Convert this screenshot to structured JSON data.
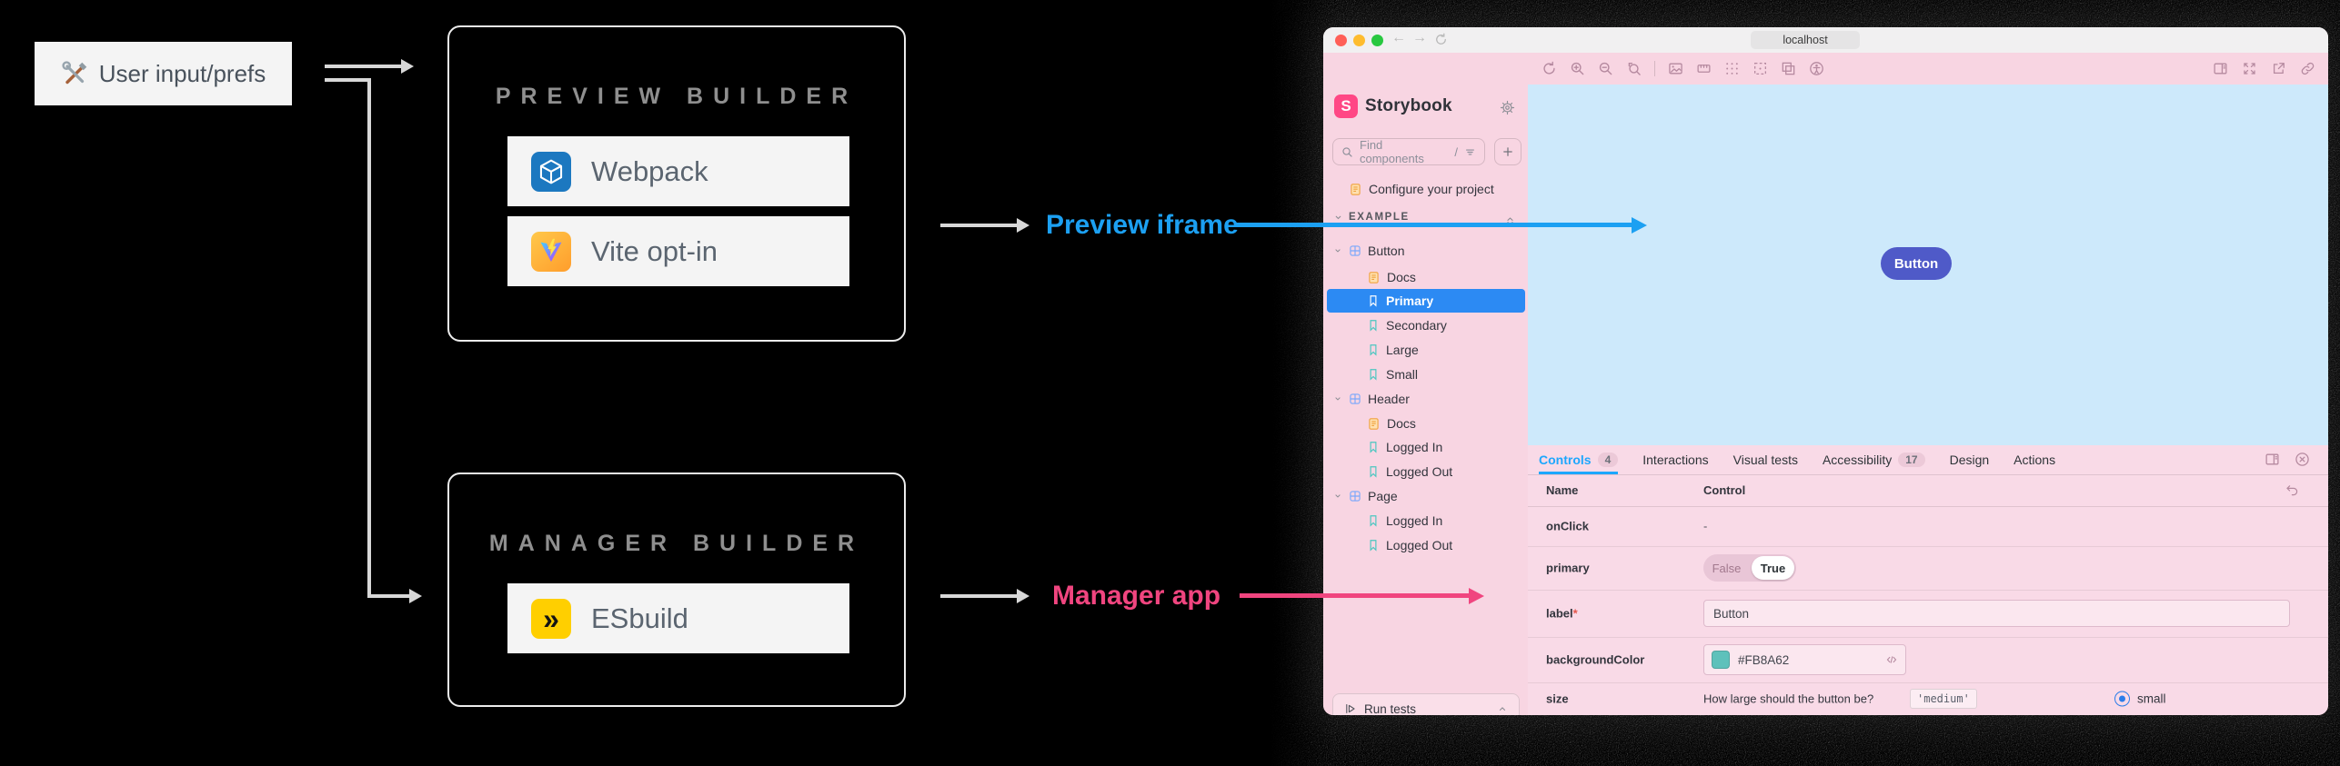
{
  "diagram": {
    "user_input": {
      "label": "User input/prefs"
    },
    "preview_builder": {
      "title": "PREVIEW BUILDER",
      "items": [
        {
          "label": "Webpack"
        },
        {
          "label": "Vite opt-in"
        }
      ]
    },
    "manager_builder": {
      "title": "MANAGER BUILDER",
      "items": [
        {
          "label": "ESbuild",
          "icon_glyph": "»"
        }
      ]
    },
    "preview_arrow_label": "Preview iframe",
    "manager_arrow_label": "Manager app",
    "colors": {
      "preview_accent": "#1CA0F2",
      "manager_accent": "#F0457F"
    }
  },
  "browser": {
    "url": "localhost"
  },
  "sidebar": {
    "brand": "Storybook",
    "brand_initial": "S",
    "search": {
      "placeholder": "Find components",
      "shortcut": "/"
    },
    "configure_label": "Configure your project",
    "section_label": "EXAMPLE",
    "tree": [
      {
        "label": "Button",
        "type": "component"
      },
      {
        "label": "Docs",
        "type": "docs"
      },
      {
        "label": "Primary",
        "type": "story",
        "selected": true
      },
      {
        "label": "Secondary",
        "type": "story"
      },
      {
        "label": "Large",
        "type": "story"
      },
      {
        "label": "Small",
        "type": "story"
      },
      {
        "label": "Header",
        "type": "component"
      },
      {
        "label": "Docs",
        "type": "docs"
      },
      {
        "label": "Logged In",
        "type": "story"
      },
      {
        "label": "Logged Out",
        "type": "story"
      },
      {
        "label": "Page",
        "type": "component"
      },
      {
        "label": "Logged In",
        "type": "story"
      },
      {
        "label": "Logged Out",
        "type": "story"
      }
    ],
    "run_tests_label": "Run tests"
  },
  "canvas": {
    "button_label": "Button"
  },
  "panel": {
    "tabs": [
      {
        "label": "Controls",
        "badge": "4",
        "active": true
      },
      {
        "label": "Interactions"
      },
      {
        "label": "Visual tests"
      },
      {
        "label": "Accessibility",
        "badge": "17"
      },
      {
        "label": "Design"
      },
      {
        "label": "Actions"
      }
    ],
    "header": {
      "name": "Name",
      "control": "Control"
    },
    "rows": {
      "onClick": {
        "name": "onClick",
        "value": "-"
      },
      "primary": {
        "name": "primary",
        "false_label": "False",
        "true_label": "True"
      },
      "label": {
        "name": "label",
        "required_mark": "*",
        "value": "Button"
      },
      "backgroundColor": {
        "name": "backgroundColor",
        "value": "#FB8A62",
        "swatch": "#5EC1BB"
      },
      "size": {
        "name": "size",
        "description": "How large should the button be?",
        "default_chip": "'medium'",
        "option": "small"
      }
    }
  }
}
